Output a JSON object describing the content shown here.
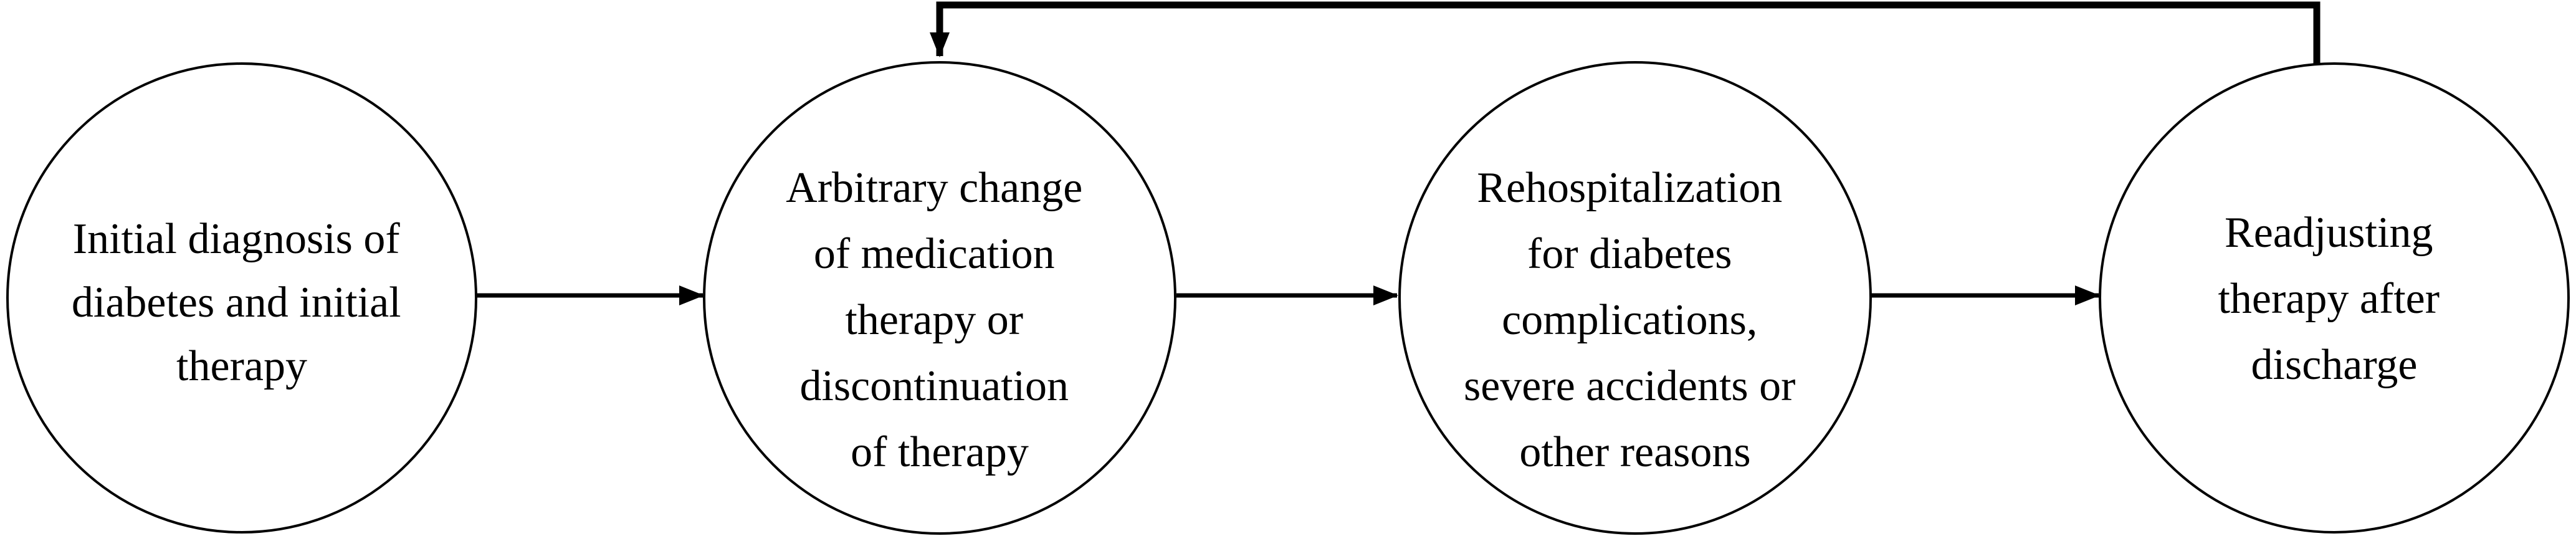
{
  "diagram": {
    "nodes": [
      {
        "id": "initial-diagnosis",
        "lines": [
          "Initial diagnosis  of",
          "diabetes and initial",
          "therapy"
        ]
      },
      {
        "id": "arbitrary-change",
        "lines": [
          "Arbitrary change",
          "of medication",
          "therapy or",
          "discontinuation",
          "of therapy"
        ]
      },
      {
        "id": "rehospitalization",
        "lines": [
          "Rehospitalization",
          "for diabetes",
          "complications,",
          "severe accidents or",
          "other reasons"
        ]
      },
      {
        "id": "readjusting-therapy",
        "lines": [
          "Readjusting",
          "therapy after",
          "discharge"
        ]
      }
    ],
    "edges": [
      {
        "from": "initial-diagnosis",
        "to": "arbitrary-change"
      },
      {
        "from": "arbitrary-change",
        "to": "rehospitalization"
      },
      {
        "from": "rehospitalization",
        "to": "readjusting-therapy"
      },
      {
        "from": "readjusting-therapy",
        "to": "arbitrary-change",
        "route": "top-loop"
      }
    ],
    "colors": {
      "stroke": "#000000",
      "fill": "#ffffff",
      "text": "#000000"
    }
  }
}
